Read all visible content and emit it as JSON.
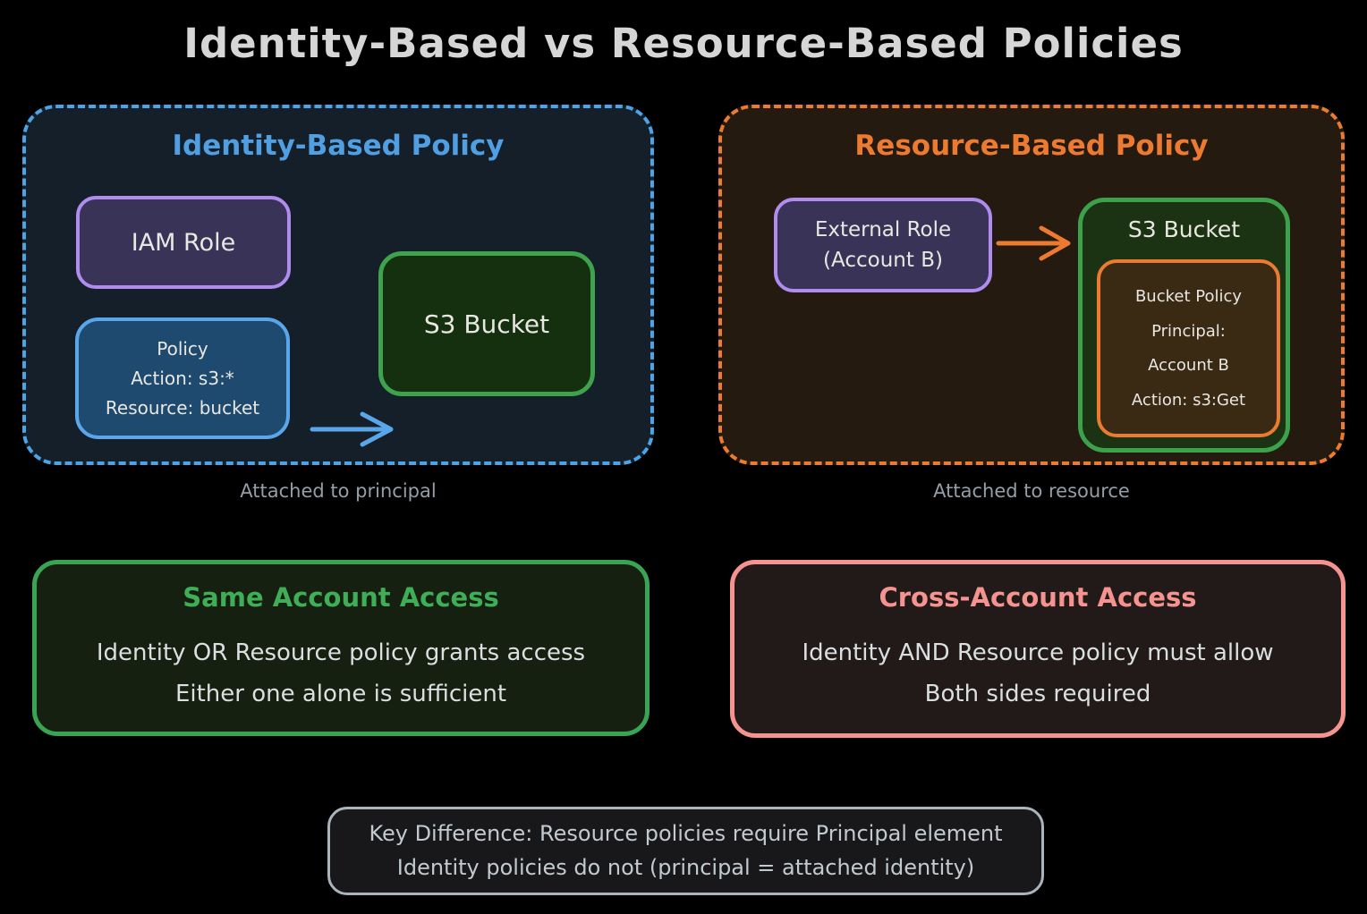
{
  "title": "Identity-Based vs Resource-Based Policies",
  "identity_panel": {
    "title": "Identity-Based Policy",
    "iam_role_label": "IAM Role",
    "policy_lines": [
      "Policy",
      "Action: s3:*",
      "Resource: bucket"
    ],
    "s3_bucket_label": "S3 Bucket",
    "caption": "Attached to principal"
  },
  "resource_panel": {
    "title": "Resource-Based Policy",
    "external_role_lines": [
      "External Role",
      "(Account B)"
    ],
    "s3_bucket_label": "S3 Bucket",
    "bucket_policy_lines": [
      "Bucket Policy",
      "Principal:",
      "Account B",
      "Action: s3:Get"
    ],
    "caption": "Attached to resource"
  },
  "same_account": {
    "title": "Same Account Access",
    "line1": "Identity OR Resource policy grants access",
    "line2": "Either one alone is sufficient"
  },
  "cross_account": {
    "title": "Cross-Account Access",
    "line1": "Identity AND Resource policy must allow",
    "line2": "Both sides required"
  },
  "key_difference": {
    "line1": "Key Difference: Resource policies require Principal element",
    "line2": "Identity policies do not (principal = attached identity)"
  },
  "colors": {
    "background": "#000000",
    "identity_panel_border": "#4ba3e8",
    "identity_panel_fill": "#151f29",
    "identity_title_text": "#4f9fe2",
    "resource_panel_border": "#ec7b31",
    "resource_panel_fill": "#251a0f",
    "resource_title_text": "#ec7b31",
    "purple_box_border": "#b18cf0",
    "purple_box_fill": "#383357",
    "blue_box_border": "#59a7ea",
    "blue_box_fill": "#1d4a6e",
    "green_box_border": "#3fa24d",
    "green_box_fill": "#14300e",
    "bucket_policy_border": "#ec7b31",
    "bucket_policy_fill": "#3a2a14",
    "same_account_border": "#3aa455",
    "same_account_title": "#3fae57",
    "cross_account_border": "#f59390",
    "cross_account_title": "#f59390",
    "key_diff_border": "#a9b4bc",
    "body_text": "#e9e7e2",
    "caption_text": "#949ea7",
    "main_title_text": "#d6d6d6"
  }
}
